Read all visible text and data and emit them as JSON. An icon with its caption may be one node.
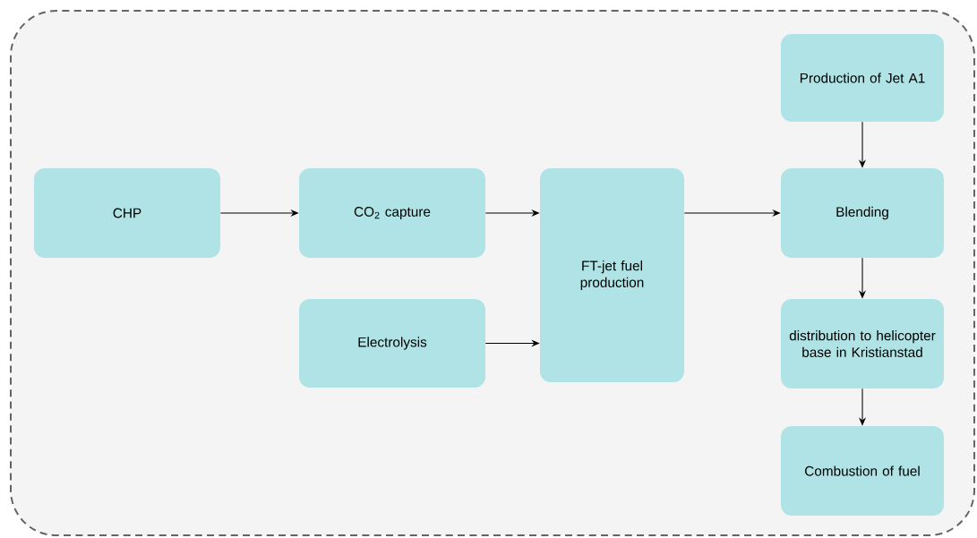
{
  "diagram": {
    "nodes": [
      {
        "text": [],
        "shape": "box"
      },
      {
        "text": [
          "CHP"
        ],
        "in": 0
      },
      {
        "text": [
          "CO$_{2}$ capture"
        ],
        "in": 0
      },
      {
        "text": [
          "Electrolysis"
        ],
        "in": 0
      },
      {
        "text": [
          "FT-jet fuel production"
        ],
        "in": 0
      },
      {
        "text": [
          "Production of Jet A1"
        ],
        "in": 0
      },
      {
        "text": [
          "Blending"
        ],
        "in": 0
      },
      {
        "text": [
          "distribution to helicopter base in Kristianstad"
        ],
        "in": 0
      },
      {
        "text": [
          "Combustion of fuel"
        ],
        "in": 0
      }
    ],
    "edges": [
      {
        "from": 1,
        "to": 2,
        "arrow": "to"
      },
      {
        "from": 2,
        "to": 4,
        "arrow": "to"
      },
      {
        "from": 3,
        "to": 4,
        "arrow": "to"
      },
      {
        "from": 4,
        "to": 6,
        "arrow": "to"
      },
      {
        "from": 5,
        "to": 6,
        "arrow": "to"
      },
      {
        "from": 6,
        "to": 7,
        "arrow": "to"
      },
      {
        "from": 7,
        "to": 8,
        "arrow": "to"
      }
    ]
  }
}
